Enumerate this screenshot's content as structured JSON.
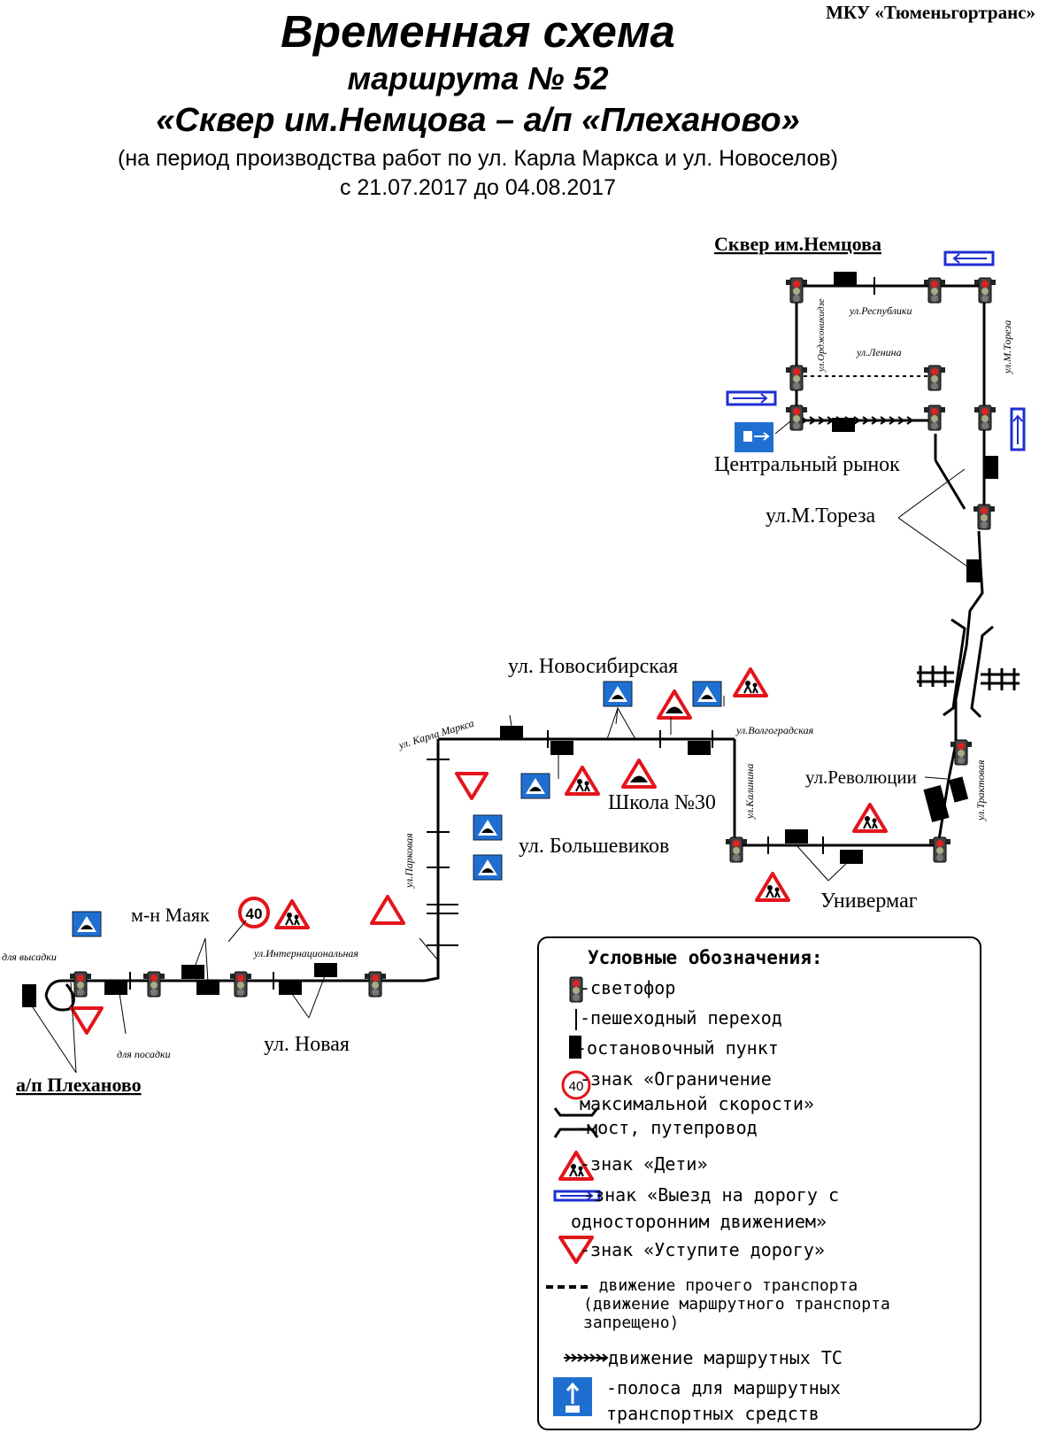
{
  "header": {
    "organization": "МКУ «Тюменьгортранс»",
    "title": "Временная схема",
    "route": "маршрута № 52",
    "route_name": "«Сквер им.Немцова – а/п «Плеханово»",
    "note": "(на период производства работ по ул. Карла Маркса и ул. Новоселов)",
    "period": "с 21.07.2017 до 04.08.2017"
  },
  "map": {
    "terminal_north": "Сквер им.Немцова",
    "terminal_south": "а/п Плеханово",
    "central_market": "Центральный рынок",
    "streets": {
      "respubliki": "ул.Республики",
      "lenina": "ул.Ленина",
      "ordzhonikidze": "ул.Орджоникидзе",
      "toreza": "ул.М.Тореза",
      "toreza_stop": "ул.М.Тореза",
      "revolyutsii": "ул.Революции",
      "traktovaya": "ул.Трактовая",
      "univermag": "Универмаг",
      "kalinina": "ул.Калинина",
      "volgogradskaya": "ул.Волгоградская",
      "novosibirskaya": "ул. Новосибирская",
      "school": "Школа №30",
      "bolshevikov": "ул. Большевиков",
      "karla_marksa": "ул. Карла Маркса",
      "parkovaya": "ул.Парковая",
      "internatsionalnaya": "ул.Интернациональная",
      "novaya": "ул. Новая",
      "mayak": "м-н Маяк",
      "dlya_vysadki": "для высадки",
      "dlya_posadki": "для посадки"
    },
    "speed_limit": "40"
  },
  "legend": {
    "title": "Условные обозначения:",
    "items": [
      "-светофор",
      "-пешеходный переход",
      "-остановочный пункт",
      "-знак «Ограничение",
      "максимальной скорости»",
      "-мост, путепровод",
      "-знак «Дети»",
      "-знак «Выезд на дорогу с",
      "односторонним движением»",
      "-знак «Уступите дорогу»",
      "- движение прочего транспорта",
      "(движение маршрутного транспорта",
      "запрещено)",
      "-движение маршрутных ТС",
      "-полоса для маршрутных",
      "транспортных средств"
    ],
    "speed_sample": "40"
  },
  "colors": {
    "sign_blue": "#1f6fd1",
    "sign_red": "#e3141b",
    "route": "#000000"
  }
}
